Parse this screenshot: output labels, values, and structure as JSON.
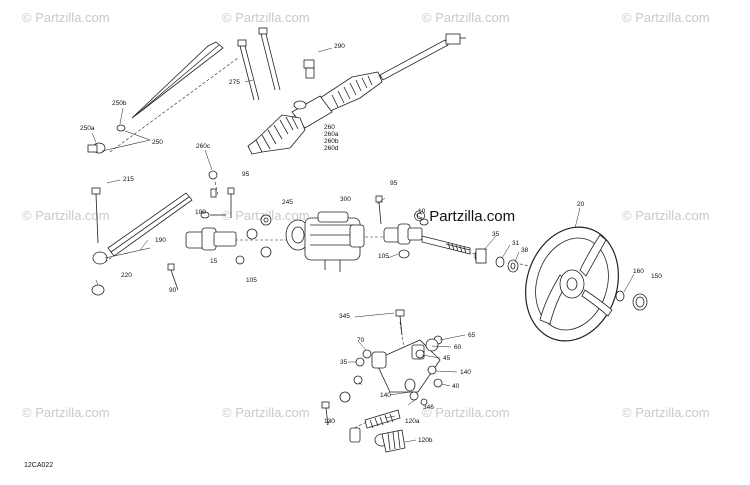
{
  "watermark_text": "© Partzilla.com",
  "center_brand": "© Partzilla.com",
  "diagram_code": "12CA022",
  "callouts": [
    "290",
    "275",
    "250b",
    "250a",
    "250",
    "260",
    "260a",
    "260b",
    "260d",
    "260c",
    "215",
    "95",
    "100",
    "245",
    "300",
    "95",
    "10",
    "35",
    "31",
    "38",
    "190",
    "15",
    "105",
    "105",
    "220",
    "90",
    "20",
    "160",
    "150",
    "345",
    "65",
    "70",
    "60",
    "35",
    "45",
    "140",
    "40",
    "140",
    "346",
    "120a",
    "130",
    "120b"
  ]
}
